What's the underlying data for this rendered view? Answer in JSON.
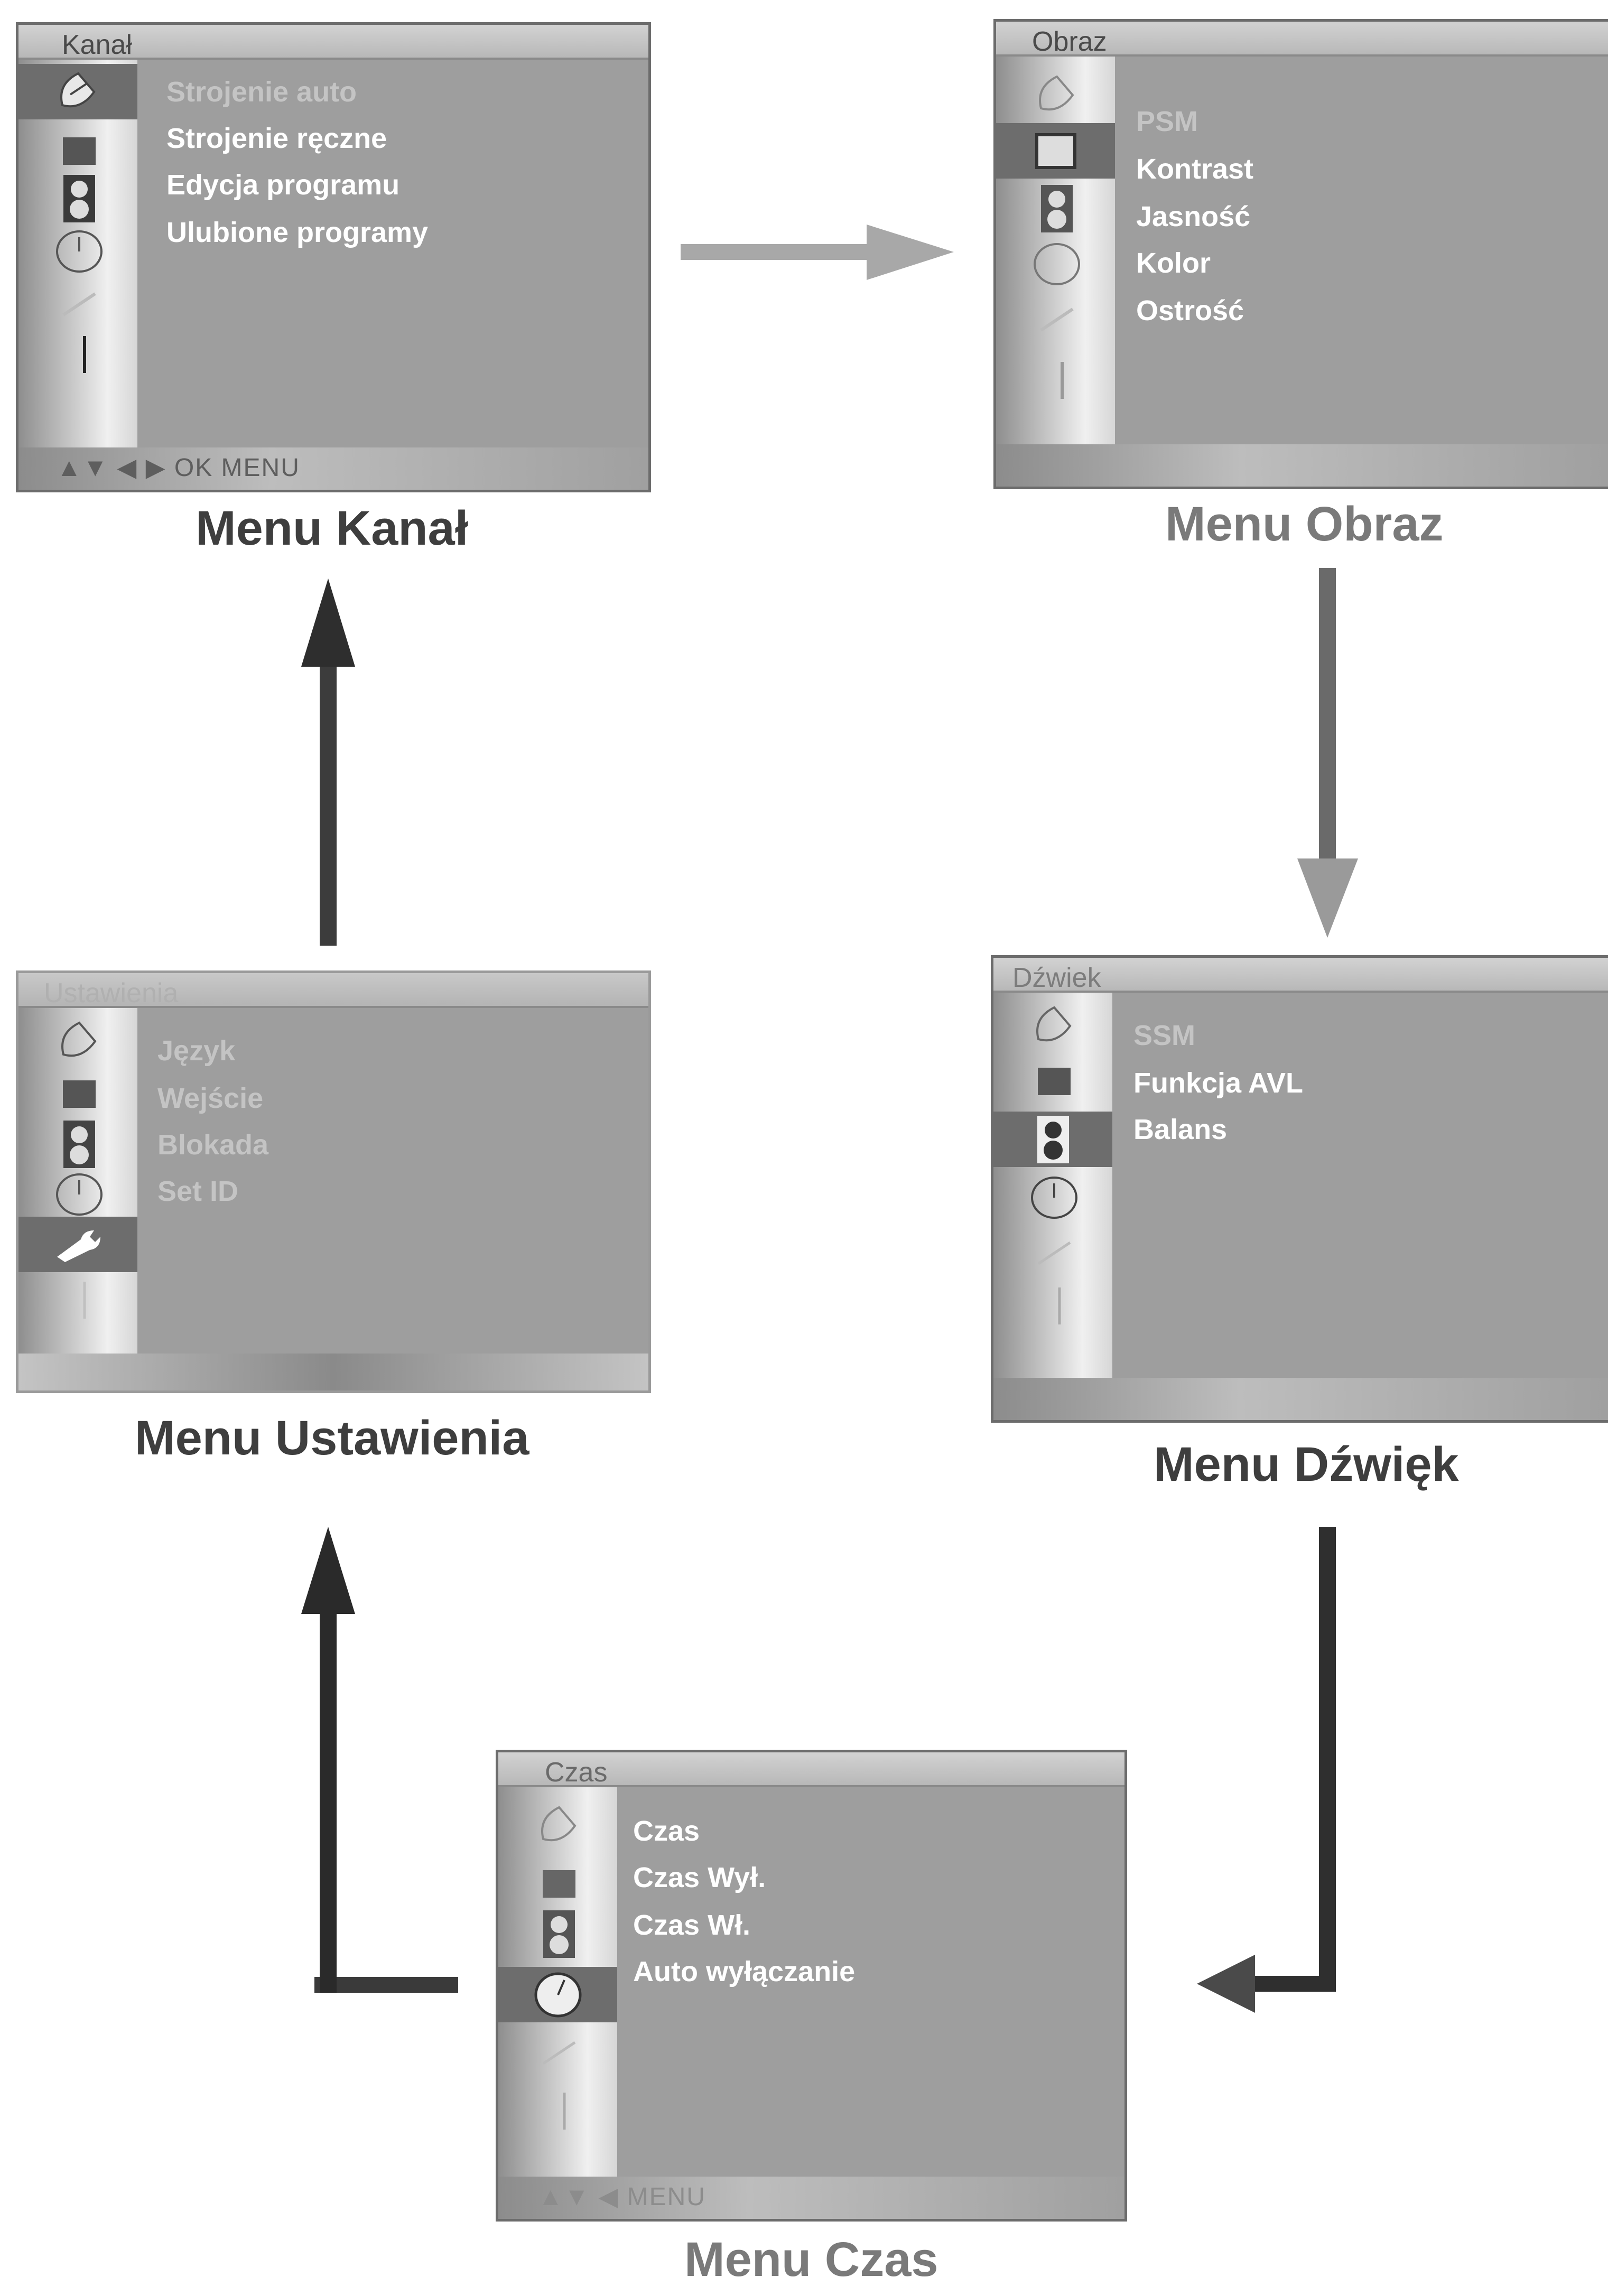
{
  "panels": {
    "kanal": {
      "title": "Kanał",
      "items": [
        "Strojenie auto",
        "Strojenie ręczne",
        "Edycja programu",
        "Ulubione programy"
      ],
      "footer": "▲▼ ◀ ▶ OK MENU",
      "caption": "Menu Kanał"
    },
    "obraz": {
      "title": "Obraz",
      "items": [
        "PSM",
        "Kontrast",
        "Jasność",
        "Kolor",
        "Ostrość"
      ],
      "caption": "Menu Obraz"
    },
    "dzwiek": {
      "title": "Dźwiek",
      "items": [
        "SSM",
        "Funkcja AVL",
        "Balans"
      ],
      "caption": "Menu Dźwięk"
    },
    "czas": {
      "title": "Czas",
      "items": [
        "Czas",
        "Czas Wył.",
        "Czas Wł.",
        "Auto wyłączanie"
      ],
      "footer": "▲▼ ◀ MENU",
      "caption": "Menu Czas"
    },
    "ustawienia": {
      "title": "Ustawienia",
      "items": [
        "Język",
        "Wejście",
        "Blokada",
        "Set ID"
      ],
      "caption": "Menu Ustawienia"
    }
  },
  "icon_names": [
    "satellite-dish-icon",
    "picture-square-icon",
    "speaker-icon",
    "clock-icon",
    "wrench-icon",
    "lock-icon"
  ],
  "colors": {
    "panel_bg": "#a4a4a4",
    "arrow_dark": "#2f2f2f",
    "arrow_light": "#9a9a9a"
  }
}
